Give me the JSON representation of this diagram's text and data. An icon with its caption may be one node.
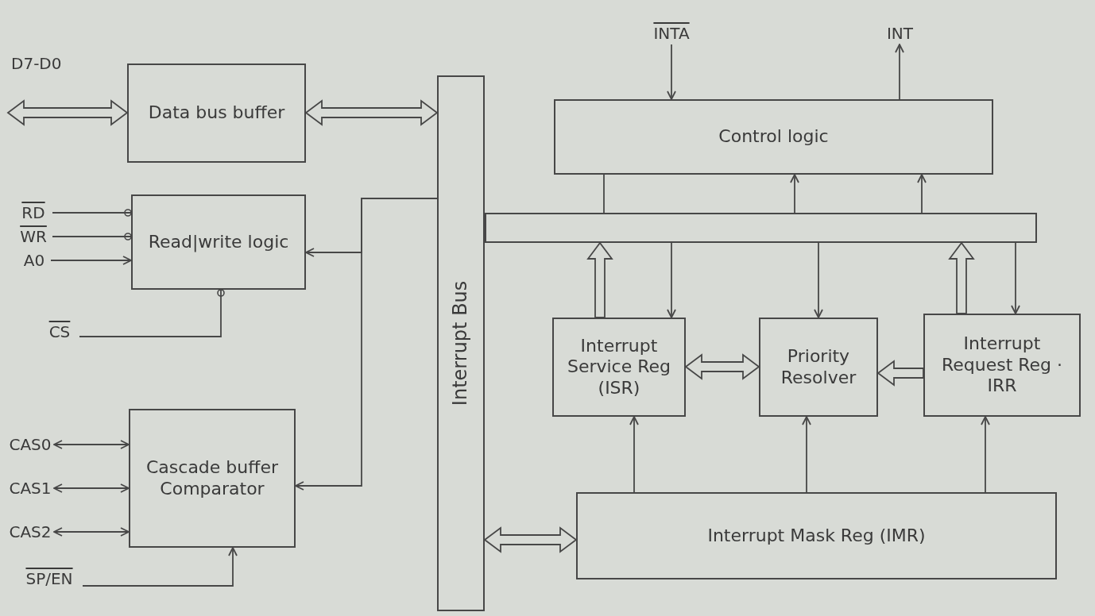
{
  "diagram": {
    "nodes": [
      {
        "text": [
          "Data bus buffer"
        ]
      },
      {
        "text": [
          "RD"
        ]
      },
      {
        "text": [
          "WR"
        ]
      },
      {
        "text": [
          "A0"
        ]
      },
      {
        "text": [
          "CS"
        ]
      },
      {
        "text": [
          "Read|write logic"
        ]
      },
      {
        "text": [
          "SP/EN"
        ]
      },
      {
        "text": [
          "Cascade buffer Comparator"
        ]
      },
      {
        "text": [
          "Interrupt Bus"
        ]
      },
      {
        "text": [],
        "shape": "bar"
      },
      {
        "text": [
          "INTA"
        ]
      },
      {
        "text": [
          "INT"
        ]
      },
      {
        "text": [
          "Control logic"
        ]
      },
      {
        "text": [
          "Interrupt Service Reg (ISR)"
        ]
      },
      {
        "text": [
          "Priority Resolver"
        ]
      },
      {
        "text": [
          "Interrupt Request Reg · IRR"
        ]
      },
      {
        "text": [
          "Interrupt Mask Reg (IMR)"
        ]
      },
      {
        "text": [
          "CAS0"
        ]
      },
      {
        "text": [
          "CAS1"
        ]
      },
      {
        "text": [
          "CAS2"
        ]
      }
    ],
    "edges": [
      {
        "from": null,
        "to": 0,
        "arrow": "both",
        "style": "thick"
      },
      {
        "from": 0,
        "to": 8,
        "arrow": "both",
        "style": "thick"
      },
      {
        "from": 1,
        "to": 5,
        "arrow": "other"
      },
      {
        "from": 2,
        "to": 5,
        "arrow": "other"
      },
      {
        "from": 3,
        "to": 5,
        "arrow": "to"
      },
      {
        "from": 4,
        "to": 5,
        "arrow": "other"
      },
      {
        "from": 8,
        "to": 5,
        "arrow": "to"
      },
      {
        "from": 8,
        "to": 7,
        "arrow": "to"
      },
      {
        "from": 17,
        "to": 7,
        "arrow": "both"
      },
      {
        "from": 18,
        "to": 7,
        "arrow": "both"
      },
      {
        "from": 19,
        "to": 7,
        "arrow": "both"
      },
      {
        "from": 6,
        "to": 7,
        "arrow": "to"
      },
      {
        "from": 10,
        "to": 12,
        "arrow": "to"
      },
      {
        "from": 12,
        "to": 11,
        "arrow": "to"
      },
      {
        "from": 12,
        "to": 9,
        "arrow": "none"
      },
      {
        "from": 9,
        "to": 12,
        "arrow": "to"
      },
      {
        "from": 9,
        "to": 12,
        "arrow": "to"
      },
      {
        "from": 13,
        "to": 9,
        "arrow": "to",
        "style": "thick"
      },
      {
        "from": 9,
        "to": 13,
        "arrow": "to"
      },
      {
        "from": 9,
        "to": 14,
        "arrow": "to"
      },
      {
        "from": 15,
        "to": 9,
        "arrow": "to",
        "style": "thick"
      },
      {
        "from": 9,
        "to": 15,
        "arrow": "to"
      },
      {
        "from": 13,
        "to": 14,
        "arrow": "both",
        "style": "thick"
      },
      {
        "from": 15,
        "to": 14,
        "arrow": "to",
        "style": "thick"
      },
      {
        "from": 16,
        "to": 13,
        "arrow": "to"
      },
      {
        "from": 16,
        "to": 14,
        "arrow": "to"
      },
      {
        "from": 16,
        "to": 15,
        "arrow": "to"
      },
      {
        "from": 8,
        "to": 16,
        "arrow": "both",
        "style": "thick"
      }
    ],
    "labels": [
      "D7-D0"
    ]
  }
}
